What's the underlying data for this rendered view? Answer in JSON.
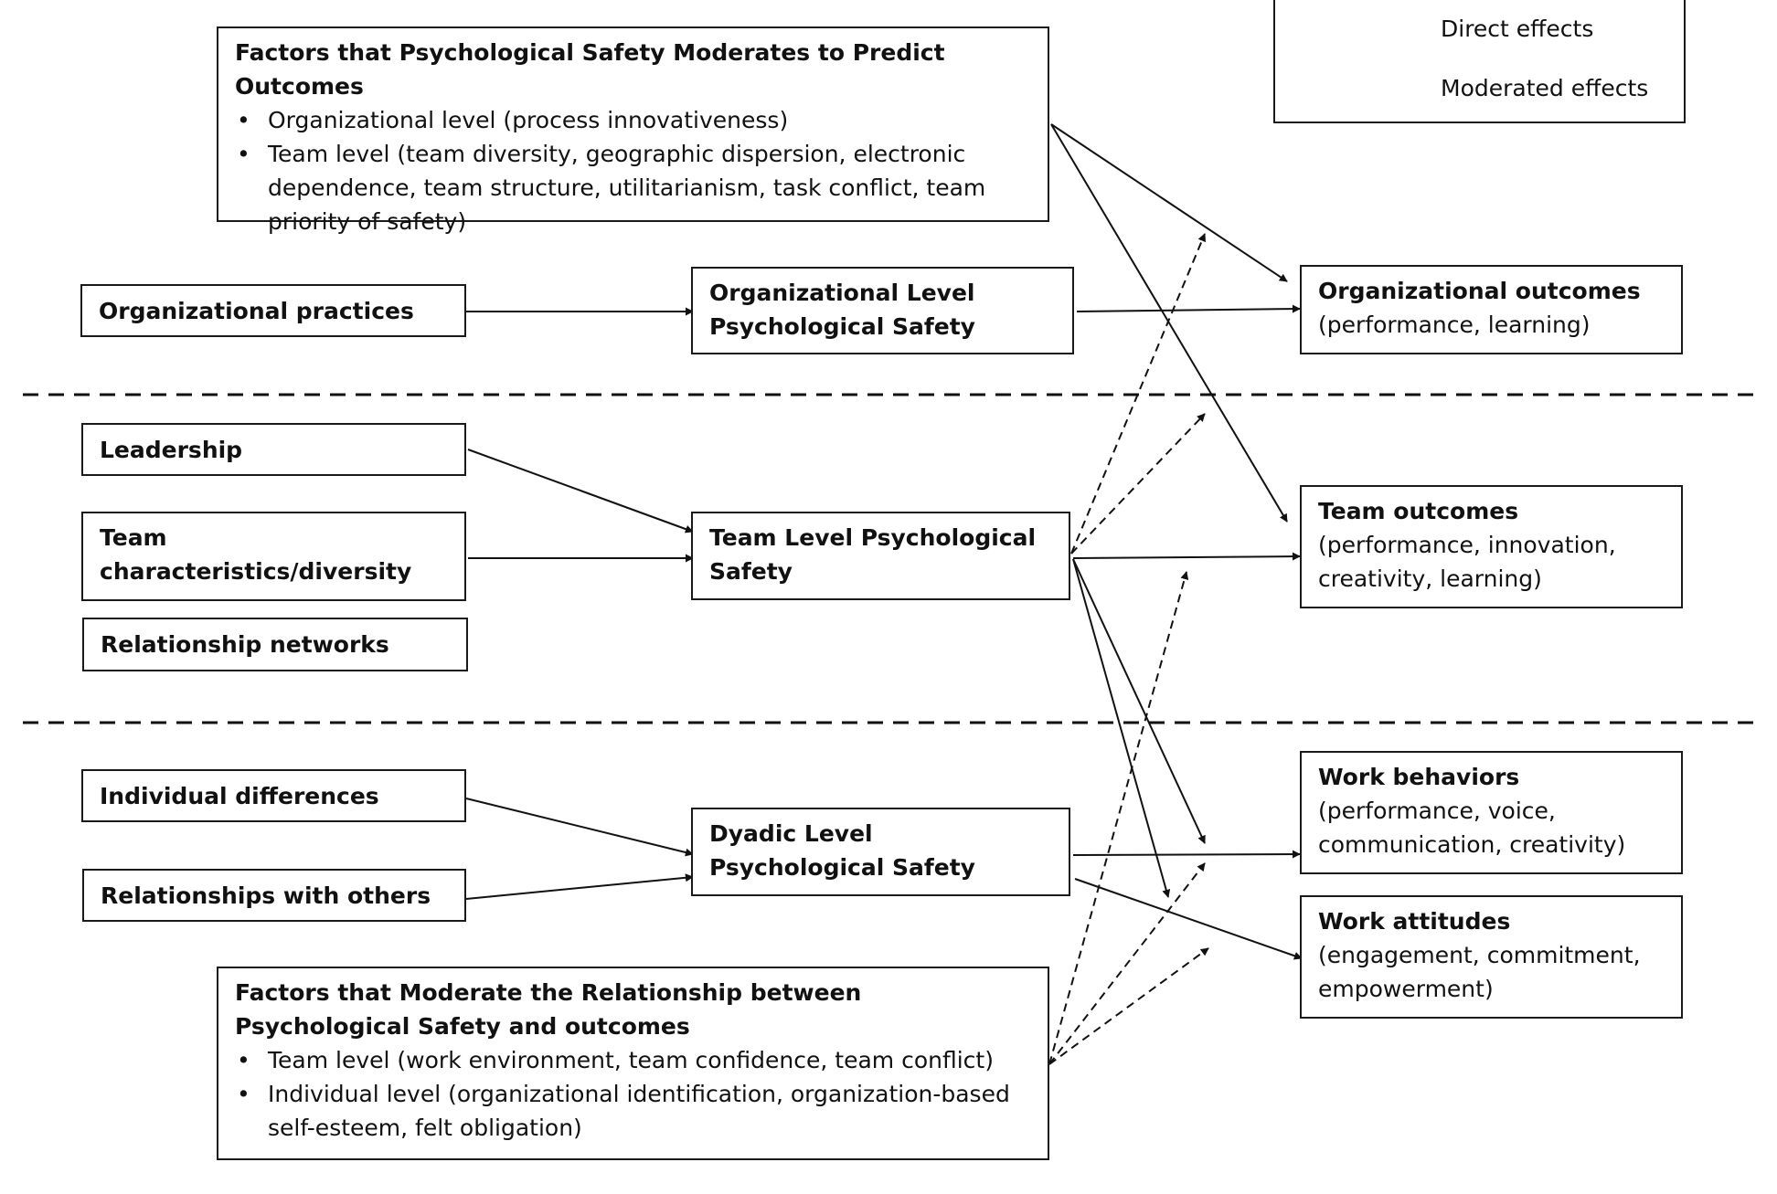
{
  "legend": {
    "direct": "Direct effects",
    "moderated": "Moderated effects"
  },
  "org_moderators": {
    "title": "Factors that Psychological Safety Moderates to Predict Outcomes",
    "items": [
      "Organizational level (process innovativeness)",
      "Team level (team diversity, geographic dispersion, electronic dependence, team structure, utilitarianism,  task conflict, team priority of safety)"
    ]
  },
  "antecedents": {
    "org_practices": "Organizational practices",
    "leadership": "Leadership",
    "team_characteristics": "Team characteristics/diversity",
    "relationship_networks": "Relationship networks",
    "individual_differences": "Individual differences",
    "relationships_with_others": "Relationships with others"
  },
  "levels": {
    "org": "Organizational Level Psychological Safety",
    "team": "Team Level Psychological Safety",
    "dyadic": "Dyadic Level Psychological Safety"
  },
  "outcomes": {
    "org": {
      "title": "Organizational outcomes",
      "detail": "(performance, learning)"
    },
    "team": {
      "title": "Team outcomes",
      "detail": "(performance, innovation, creativity, learning)"
    },
    "behaviors": {
      "title": "Work behaviors",
      "detail": "(performance, voice, communication, creativity)"
    },
    "attitudes": {
      "title": "Work attitudes",
      "detail": "(engagement, commitment, empowerment)"
    }
  },
  "outcome_moderators": {
    "title": "Factors that Moderate the Relationship between Psychological Safety and outcomes",
    "items": [
      "Team level (work environment, team confidence, team conflict)",
      "Individual level (organizational identification, organization-based self-esteem, felt obligation)"
    ]
  }
}
